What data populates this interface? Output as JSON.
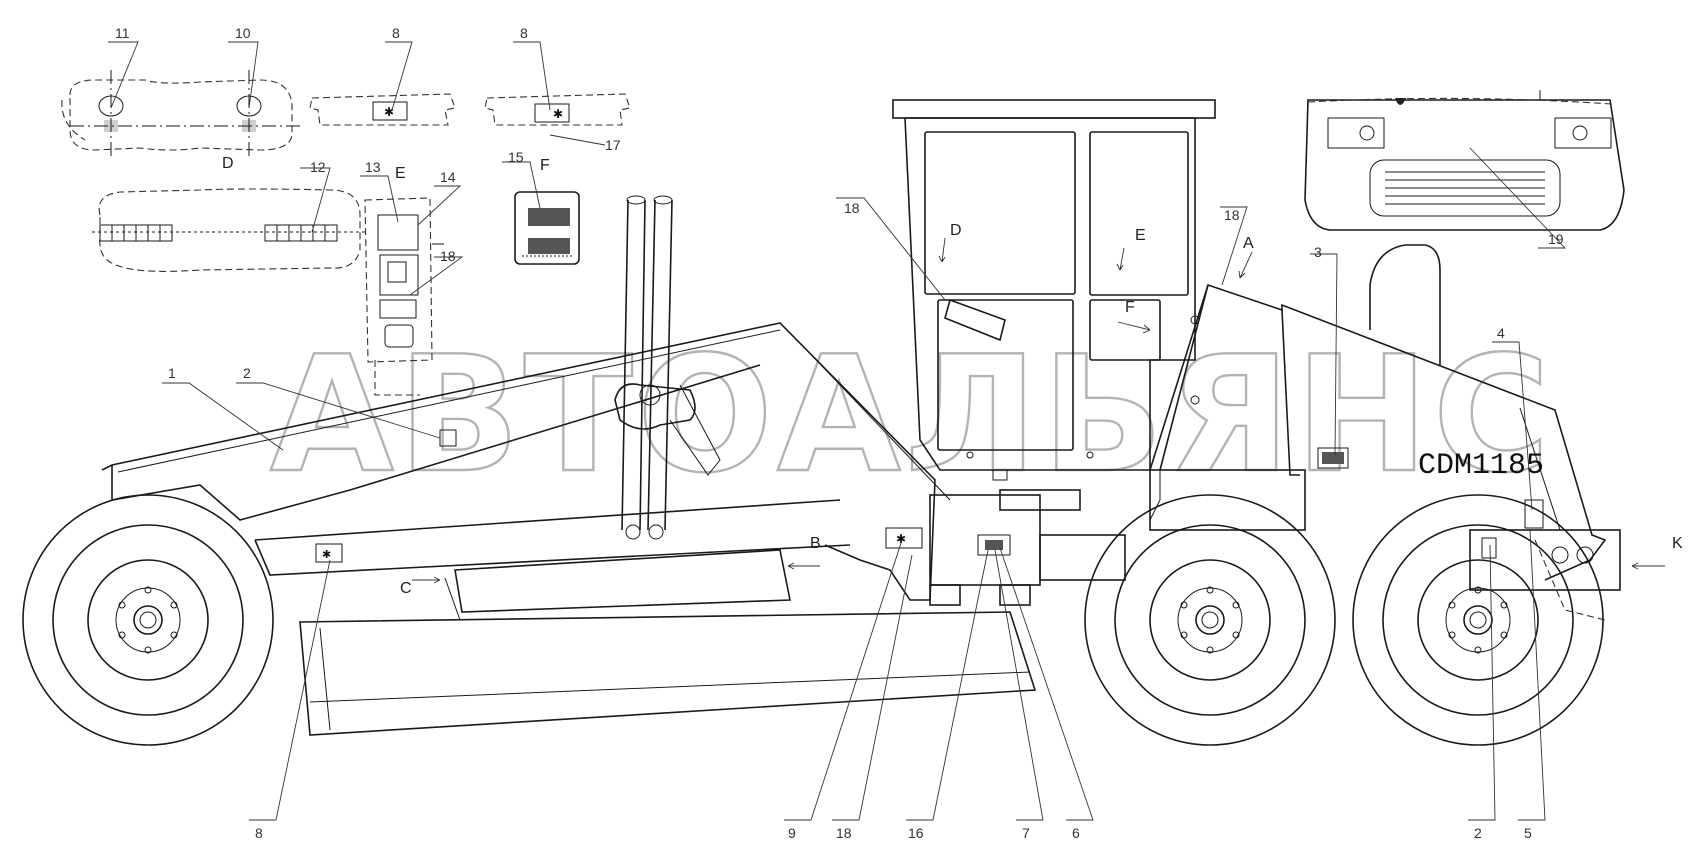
{
  "diagram": {
    "model_label": "CDM1185",
    "watermark": "АВТОАЛЬЯНС",
    "callouts": [
      "1",
      "2",
      "2",
      "3",
      "4",
      "5",
      "6",
      "7",
      "8",
      "8",
      "8",
      "9",
      "10",
      "11",
      "12",
      "13",
      "14",
      "15",
      "16",
      "17",
      "18",
      "18",
      "18",
      "18",
      "19"
    ],
    "view_letters": [
      "A",
      "B",
      "C",
      "D",
      "D",
      "E",
      "E",
      "F",
      "F",
      "K"
    ]
  }
}
